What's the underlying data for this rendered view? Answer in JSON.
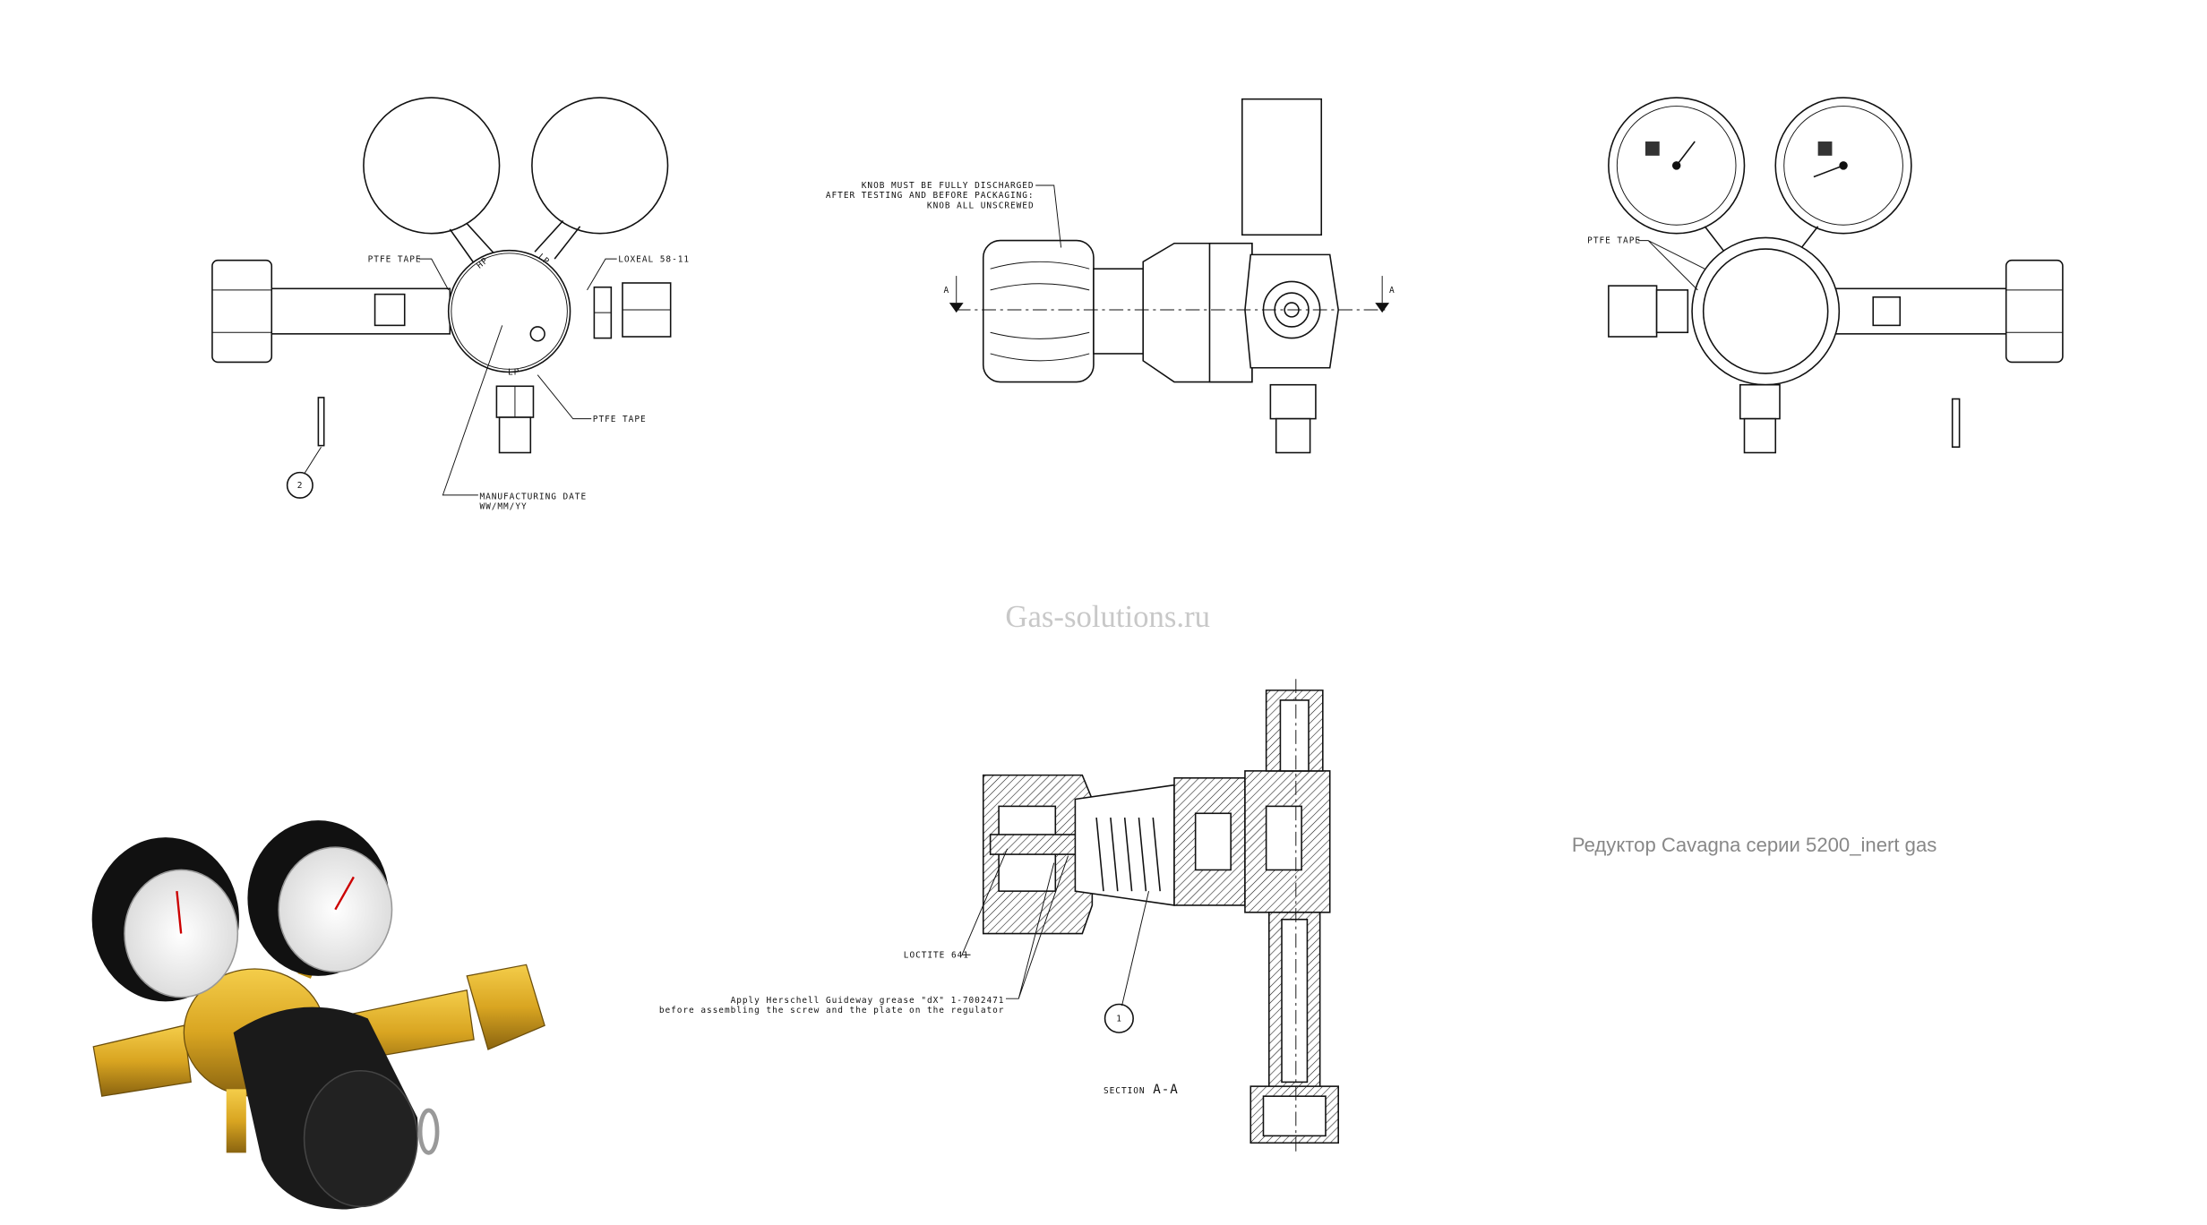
{
  "watermark": "Gas-solutions.ru",
  "caption": "Редуктор Cavagna серии 5200_inert gas",
  "front_view": {
    "ptfe_tape_1": "PTFE TAPE",
    "loxeal": "LOXEAL 58-11",
    "ptfe_tape_2": "PTFE TAPE",
    "mfg_date_1": "MANUFACTURING DATE",
    "mfg_date_2": "WW/MM/YY",
    "hp_label": "HP",
    "lp_label": "LP",
    "balloon": "2"
  },
  "side_view": {
    "note_1": "KNOB MUST BE FULLY DISCHARGED",
    "note_2": "AFTER TESTING AND BEFORE PACKAGING:",
    "note_3": "KNOB ALL UNSCREWED",
    "section_mark_left": "A",
    "section_mark_right": "A"
  },
  "rear_view": {
    "ptfe_tape": "PTFE TAPE"
  },
  "section": {
    "loctite": "LOCTITE 641",
    "grease_1": "Apply Herschell Guideway grease \"dX\" 1-7002471",
    "grease_2": "before assembling the screw and the plate on the regulator",
    "balloon": "1",
    "title_prefix": "SECTION",
    "title": "A-A"
  },
  "colors": {
    "brass": "#d9a521",
    "knob": "#1a1a1a"
  }
}
